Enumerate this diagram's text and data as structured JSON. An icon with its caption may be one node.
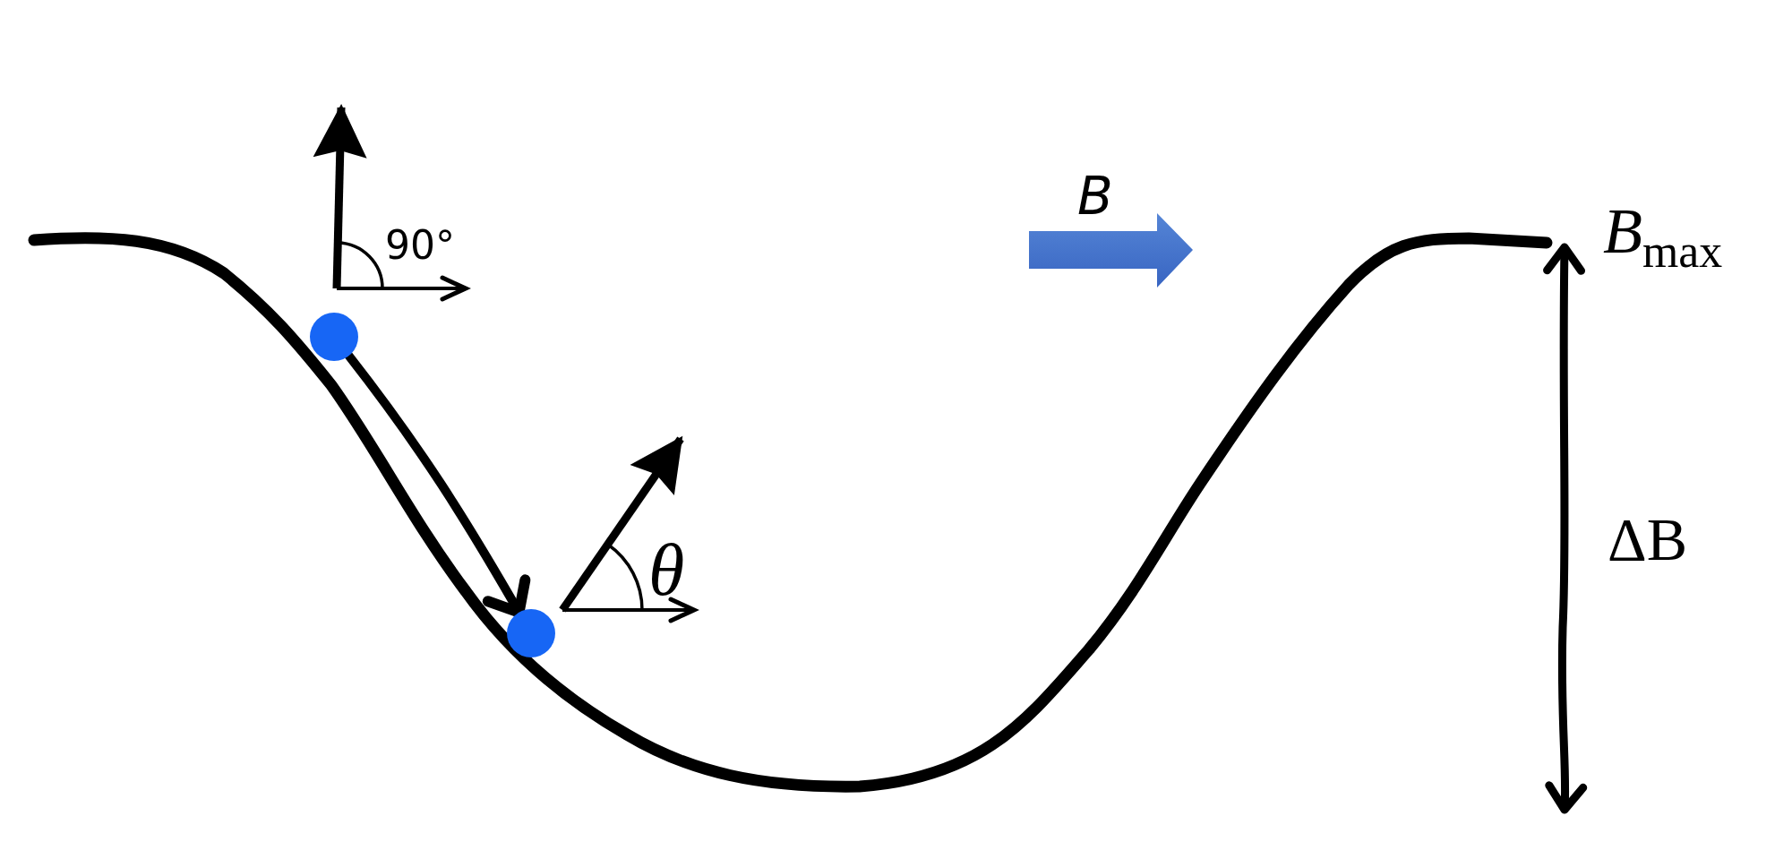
{
  "diagram": {
    "nodes": [
      {
        "text": [],
        "shape": "circle"
      },
      {
        "text": [],
        "shape": "circle"
      }
    ],
    "edges": [
      {
        "from": 0,
        "to": 1,
        "arrow": "to"
      }
    ],
    "labels": [
      "B",
      "*B*$_{max}$",
      "90°",
      "ΔB",
      "θ"
    ]
  }
}
